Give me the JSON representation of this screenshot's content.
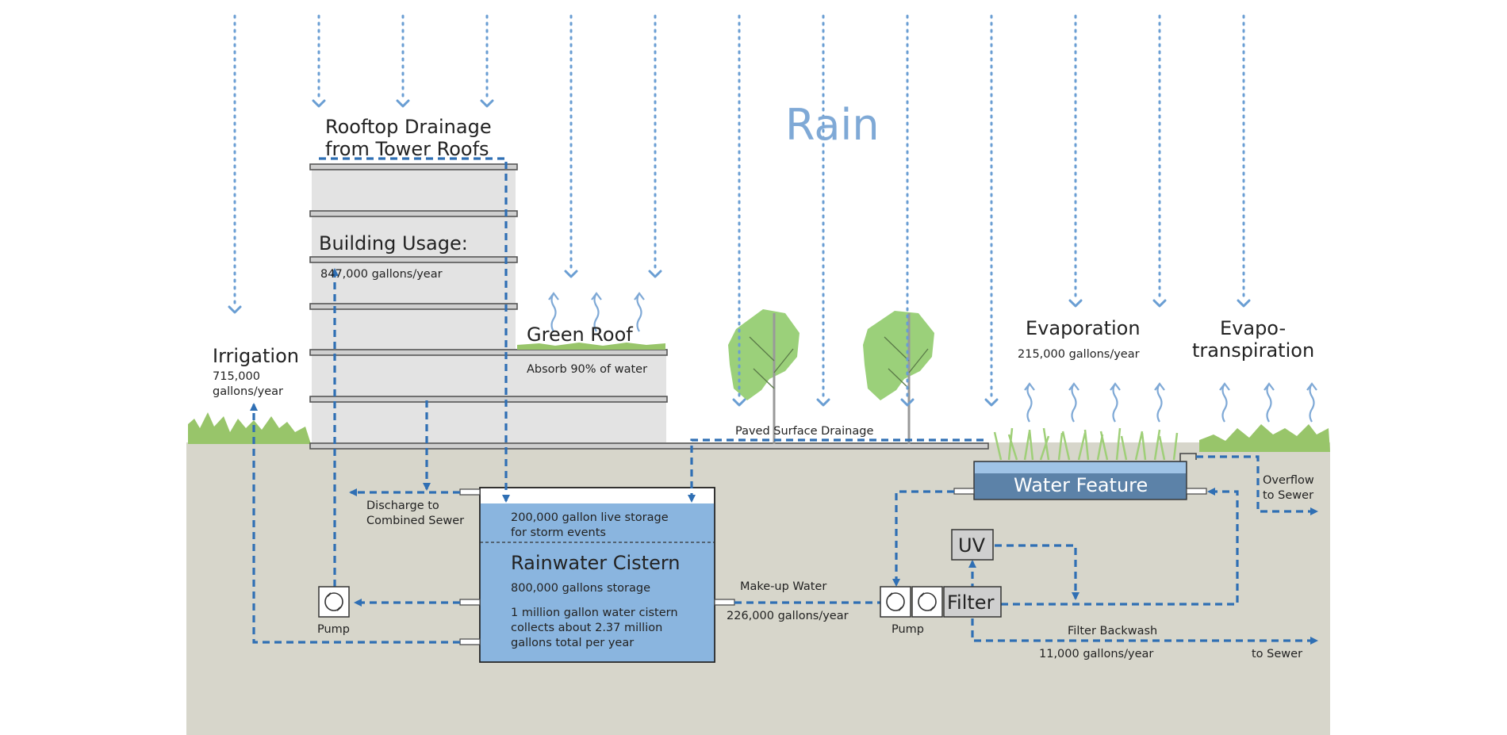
{
  "title": "Rain",
  "colors": {
    "ground": "#d7d6cb",
    "building": "#e3e3e3",
    "grass": "#98c56a",
    "tree": "#9bd07a",
    "cistern_water": "#8ab5df",
    "flow_arrow": "#2f6fb4",
    "rain": "#6a9ed3"
  },
  "labels": {
    "rooftop_drainage_line1": "Rooftop Drainage",
    "rooftop_drainage_line2": "from Tower Roofs",
    "building_usage": "Building Usage:",
    "building_usage_value": "847,000 gallons/year",
    "green_roof": "Green Roof",
    "green_roof_desc": "Absorb 90% of water",
    "irrigation": "Irrigation",
    "irrigation_value_line1": "715,000",
    "irrigation_value_line2": "gallons/year",
    "evaporation": "Evaporation",
    "evaporation_value": "215,000 gallons/year",
    "evapotranspiration_line1": "Evapo-",
    "evapotranspiration_line2": "transpiration",
    "paved_surface_drainage": "Paved Surface Drainage",
    "water_feature": "Water Feature",
    "overflow_line1": "Overflow",
    "overflow_line2": "to Sewer",
    "discharge_line1": "Discharge to",
    "discharge_line2": "Combined Sewer",
    "live_storage_line1": "200,000 gallon live storage",
    "live_storage_line2": "for storm events",
    "cistern_title": "Rainwater  Cistern",
    "cistern_storage": "800,000 gallons storage",
    "cistern_desc_line1": "1 million gallon water cistern",
    "cistern_desc_line2": "collects about 2.37 million",
    "cistern_desc_line3": "gallons total per year",
    "makeup_water": "Make-up Water",
    "makeup_value": "226,000 gallons/year",
    "pump_left": "Pump",
    "pump_right": "Pump",
    "uv": "UV",
    "filter": "Filter",
    "filter_backwash": "Filter Backwash",
    "filter_backwash_value": "11,000 gallons/year",
    "to_sewer": "to Sewer"
  },
  "icons": [
    "pump-icon",
    "tree-icon",
    "grass-icon",
    "rain-arrow-icon",
    "evaporation-icon"
  ]
}
